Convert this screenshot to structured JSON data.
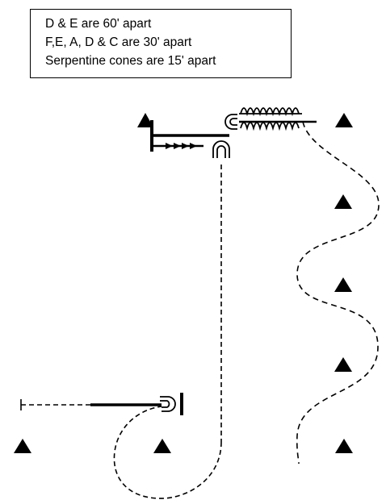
{
  "legend": {
    "lines": [
      "D & E are 60' apart",
      "F,E, A, D & C are 30' apart",
      "Serpentine cones are 15' apart"
    ]
  },
  "diagram": {
    "cone_icon": "triangle-cone-icon",
    "path_style": "dashed",
    "colors": {
      "ink": "#000000",
      "background": "#ffffff"
    }
  }
}
